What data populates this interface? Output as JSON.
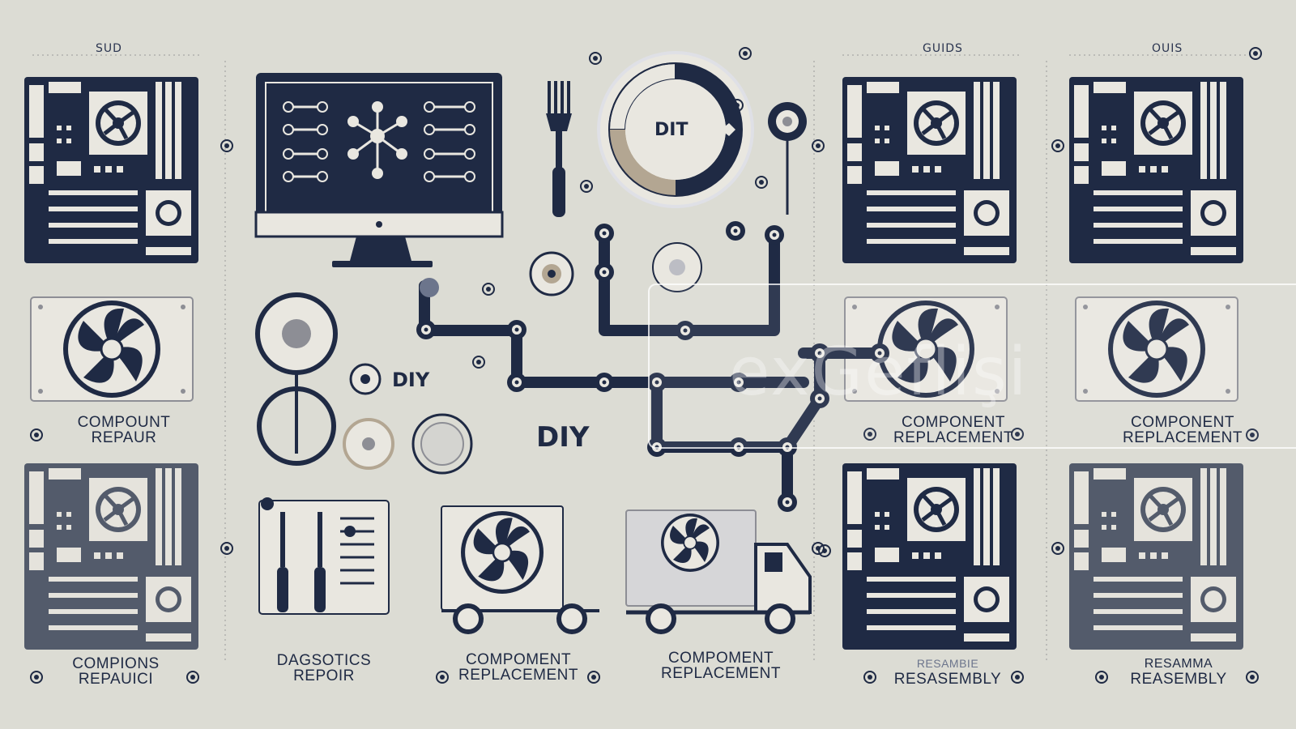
{
  "headings": {
    "left": "SUD",
    "right_a": "GUIDS",
    "right_b": "OUIS"
  },
  "center": {
    "dial_label": "DIT",
    "diy_small": "DIY",
    "diy_large": "DIY",
    "watermark": "exGeflişi"
  },
  "tiles": [
    {
      "line1": "COMPOUNT",
      "line2": "REPAUR"
    },
    {
      "line1": "COMPIONS",
      "line2": "REPAUICI"
    },
    {
      "line1": "DAGSOTICS",
      "line2": "REPOIR"
    },
    {
      "line1": "COMPOMENT",
      "line2": "REPLACEMENT"
    },
    {
      "line1": "COMPOMENT",
      "line2": "REPLACEMENT"
    },
    {
      "line1": "COMPONENT",
      "line2": "REPLACEMENT"
    },
    {
      "line1": "COMPONENT",
      "line2": "REPLACEMENT"
    },
    {
      "line1": "RESAMBIE",
      "line2": "RESASEMBLY"
    },
    {
      "line1": "RESAMMA",
      "line2": "REASEMBLY"
    }
  ],
  "colors": {
    "background": "#dcdcd4",
    "navy": "#1f2a44",
    "board_faded": "#5f6a86",
    "panel": "#e9e7e0"
  }
}
